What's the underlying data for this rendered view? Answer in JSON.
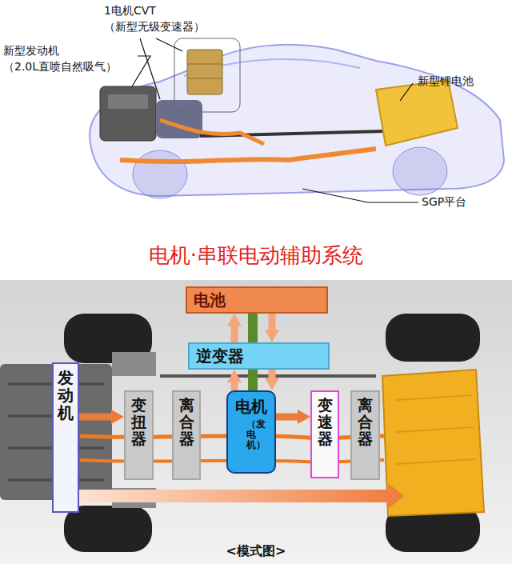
{
  "diagram": {
    "title": "电机·串联电动辅助系统",
    "caption": "<模式图>",
    "nodes": [
      {
        "text": [
          "电池"
        ]
      },
      {
        "text": [
          "逆变器"
        ]
      },
      {
        "text": [
          "发动机"
        ]
      },
      {
        "text": [
          "变扭器"
        ]
      },
      {
        "text": [
          "离合器"
        ]
      },
      {
        "text": [
          "电机",
          "（发电机）"
        ]
      },
      {
        "text": [
          "变速器"
        ]
      },
      {
        "text": [
          "离合器"
        ]
      }
    ],
    "edges": [
      {
        "from": 1,
        "to": 0,
        "arrow": "to"
      },
      {
        "from": 0,
        "to": 1,
        "arrow": "to"
      },
      {
        "from": 5,
        "to": 1,
        "arrow": "to"
      },
      {
        "from": 1,
        "to": 5,
        "arrow": "to"
      },
      {
        "from": 2,
        "to": 3,
        "arrow": "to"
      },
      {
        "from": 5,
        "to": 6,
        "arrow": "to"
      }
    ],
    "labels": [
      "1电机CVT （新型无级变速器）",
      "新型发动机 （2.0L直喷自然吸气）",
      "新型锂电池",
      "SGP平台"
    ]
  }
}
